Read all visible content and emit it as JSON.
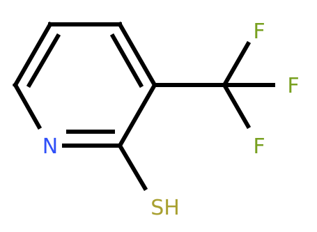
{
  "molecule": {
    "atoms": {
      "nitrogen": "N",
      "thiol": "SH",
      "fluorine_top": "F",
      "fluorine_right": "F",
      "fluorine_bottom": "F"
    },
    "colors": {
      "bond": "#000000",
      "nitrogen": "#3050F8",
      "sulfur": "#A8A030",
      "fluorine": "#78A020"
    }
  }
}
